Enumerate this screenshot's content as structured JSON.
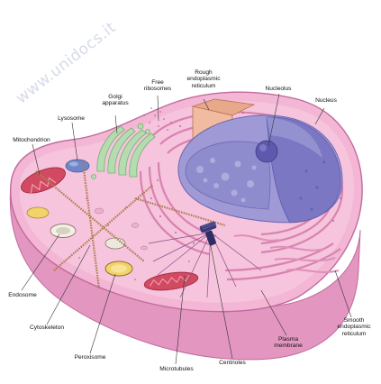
{
  "watermark": "www.unidocs.it",
  "labels": {
    "free_ribosomes": "Free\nribosomes",
    "rough_er": "Rough\nendoplasmic\nreticulum",
    "nucleolus": "Nucleolus",
    "nucleus": "Nucleus",
    "golgi": "Golgi\napparatus",
    "lysosome": "Lysosome",
    "mitochondrion": "Mitochondrion",
    "endosome": "Endosome",
    "cytoskeleton": "Cytoskeleton",
    "peroxisome": "Peroxisome",
    "microtubules": "Microtubules",
    "centrioles": "Centrioles",
    "plasma_membrane": "Plasma\nmembrane",
    "smooth_er": "Smooth\nendoplasmic\nreticulum"
  },
  "colors": {
    "cell_top": "#f3b6d4",
    "cell_side": "#e79bc3",
    "cell_edge": "#c26a9c",
    "nucleus": "#8e8ccc",
    "nucleoplasm": "#a9a6d8",
    "nucleolus": "#5b56a8",
    "golgi": "#b4dcb0",
    "mitochondrion": "#d24a62",
    "lysosome": "#6f86c9",
    "vesicle_yellow": "#f2d36a",
    "cytoskeleton": "#b8825a",
    "microtubules": "#8d4f87"
  }
}
